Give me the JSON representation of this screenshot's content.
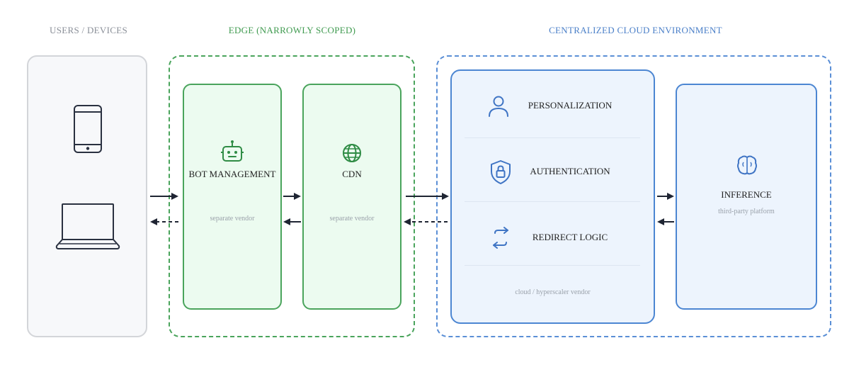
{
  "groups": {
    "users": "USERS / DEVICES",
    "edge": "EDGE (NARROWLY SCOPED)",
    "cloud": "CENTRALIZED CLOUD ENVIRONMENT"
  },
  "edge": {
    "bot": {
      "title": "BOT MANAGEMENT",
      "sub": "separate vendor",
      "icon": "robot-icon"
    },
    "cdn": {
      "title": "CDN",
      "sub": "separate vendor",
      "icon": "globe-icon"
    }
  },
  "cloud": {
    "services": [
      {
        "title": "PERSONALIZATION",
        "icon": "user-icon"
      },
      {
        "title": "AUTHENTICATION",
        "icon": "shield-lock-icon"
      },
      {
        "title": "REDIRECT LOGIC",
        "icon": "redirect-arrows-icon"
      }
    ],
    "services_sub": "cloud / hyperscaler vendor",
    "inference": {
      "title": "INFERENCE",
      "sub": "third-party platform",
      "icon": "brain-icon"
    }
  },
  "devices": [
    "phone-icon",
    "laptop-icon"
  ],
  "colors": {
    "edge": "#4aa45c",
    "cloud": "#4c86d2",
    "users": "#d3d5d9",
    "arrow": "#1f2533"
  }
}
